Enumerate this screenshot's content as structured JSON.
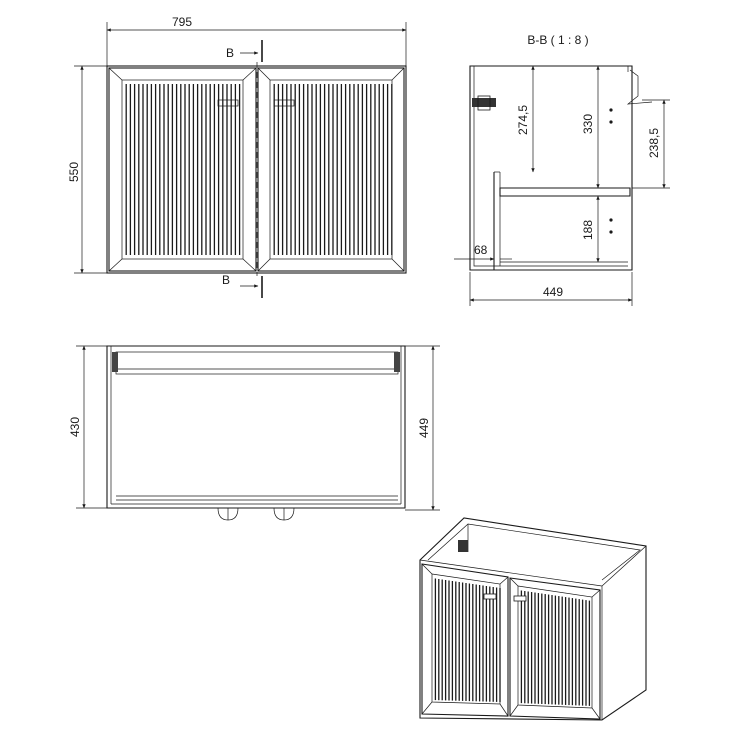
{
  "views": {
    "front": {
      "width_label": "795",
      "height_label": "550",
      "section_marker_top": "B",
      "section_marker_bottom": "B"
    },
    "section": {
      "title": "B-B ( 1 : 8 )",
      "dim_upper_inner": "274,5",
      "dim_upper_total": "330",
      "dim_side": "238,5",
      "dim_lower": "188",
      "dim_plinth": "68",
      "dim_depth": "449"
    },
    "top": {
      "depth_left_label": "430",
      "depth_right_label": "449"
    },
    "isometric": {}
  }
}
